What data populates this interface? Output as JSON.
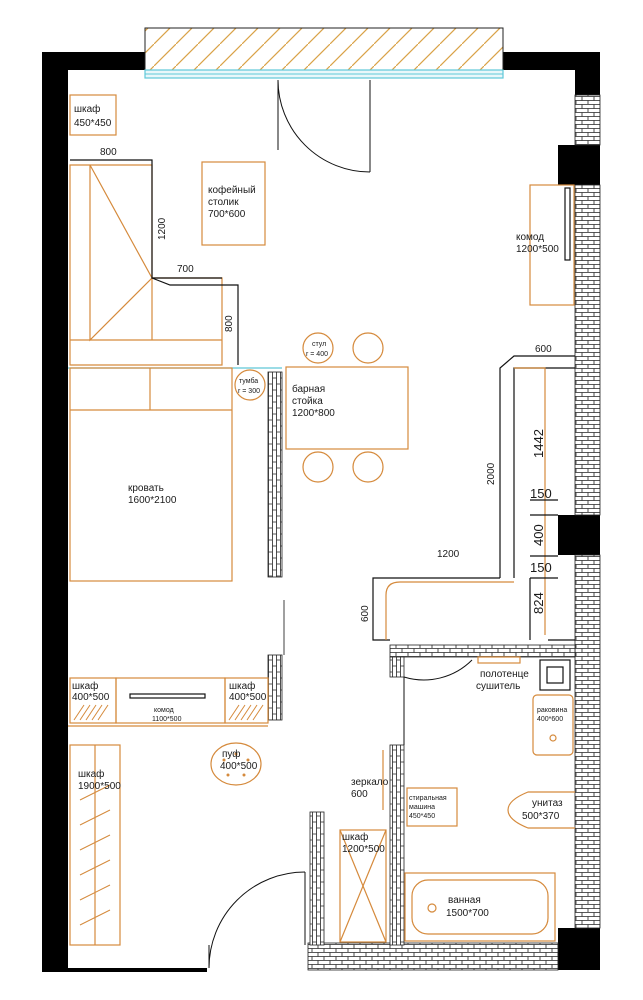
{
  "colors": {
    "wall": "#000000",
    "furniture": "#d58a3c",
    "window": "#5fc8d8",
    "dimension": "#111111"
  },
  "rooms": {
    "wardrobe_top": {
      "name": "шкаф",
      "size": "450*450"
    },
    "coffee_table": {
      "name1": "кофейный",
      "name2": "столик",
      "size": "700*600"
    },
    "dresser_right": {
      "name": "комод",
      "size": "1200*500"
    },
    "chair": {
      "name": "стул",
      "size": "r = 400"
    },
    "nightstand": {
      "name": "тумба",
      "size": "r = 300"
    },
    "bar_counter": {
      "name1": "барная",
      "name2": "стойка",
      "size": "1200*800"
    },
    "bed": {
      "name": "кровать",
      "size": "1600*2100"
    },
    "wardrobe_left": {
      "name": "шкаф",
      "size": "400*500"
    },
    "wardrobe_mid": {
      "name": "шкаф",
      "size": "400*500"
    },
    "dresser_bottom": {
      "name": "комод",
      "size": "1100*500"
    },
    "wardrobe_hall": {
      "name": "шкаф",
      "size": "1900*500"
    },
    "pouf": {
      "name": "пуф",
      "size": "400*500"
    },
    "mirror": {
      "name": "зеркало",
      "size": "600"
    },
    "wardrobe_bath": {
      "name": "шкаф",
      "size": "1200*500"
    },
    "washer": {
      "name1": "стиральная",
      "name2": "машина",
      "size": "450*450"
    },
    "towel_dryer": {
      "name1": "полотенце",
      "name2": "сушитель"
    },
    "sink": {
      "name": "раковина",
      "size": "400*600"
    },
    "toilet": {
      "name": "унитаз",
      "size": "500*370"
    },
    "bathtub": {
      "name": "ванная",
      "size": "1500*700"
    }
  },
  "dimensions": {
    "sofa_top": "800",
    "sofa_side": "1200",
    "sofa_ext": "700",
    "sofa_ext_side": "800",
    "corridor_top": "600",
    "corridor_len": "2000",
    "corridor_bottom": "1200",
    "corridor_side": "600",
    "seg_1442": "1442",
    "seg_150a": "150",
    "seg_400": "400",
    "seg_150b": "150",
    "seg_824": "824"
  }
}
